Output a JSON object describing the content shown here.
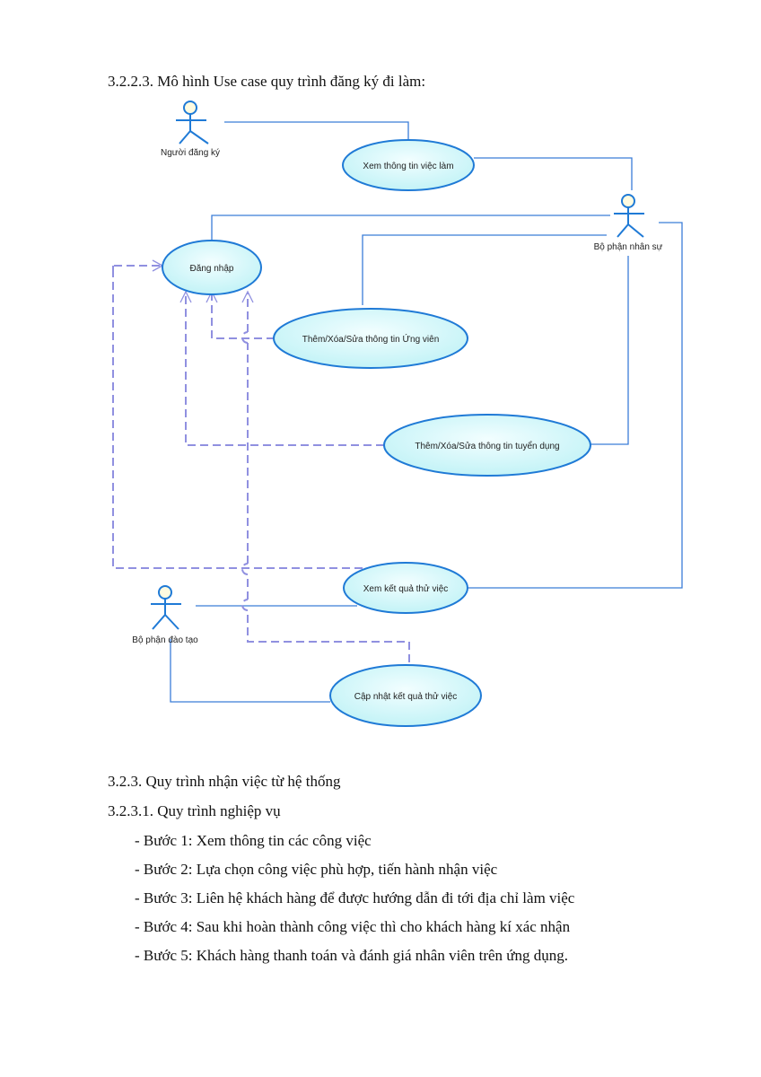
{
  "document": {
    "heading": "3.2.2.3. Mô hình Use case quy trình đăng ký đi làm:",
    "section_title": "3.2.3. Quy trình nhận việc từ hệ thống",
    "subsection_title": "3.2.3.1. Quy trình nghiệp vụ",
    "steps": [
      "- Bước 1: Xem thông tin các công việc",
      "- Bước 2: Lựa chọn công việc phù hợp, tiến hành nhận việc",
      "- Bước 3: Liên hệ khách hàng để được hướng dẫn đi tới địa chỉ làm việc",
      "- Bước 4: Sau khi hoàn thành công việc thì cho khách hàng kí xác nhận",
      "- Bước 5: Khách hàng thanh toán và đánh giá nhân viên trên ứng dụng."
    ]
  },
  "diagram": {
    "actors": {
      "registrant": "Người đăng ký",
      "hr": "Bộ phận nhân sự",
      "training": "Bộ phận đào tạo"
    },
    "use_cases": {
      "view_jobs": "Xem thông tin việc làm",
      "login": "Đăng nhập",
      "manage_candidates": "Thêm/Xóa/Sửa thông tin Ứng viên",
      "manage_recruitment": "Thêm/Xóa/Sửa thông tin tuyển dụng",
      "view_trial": "Xem kết quả thử việc",
      "update_trial": "Cập nhật kết quả thử việc"
    },
    "colors": {
      "use_case_fill": "#d6f8fb",
      "use_case_border": "#1f7ad6",
      "association": "#3b7dd8",
      "dependency": "#9090e0"
    }
  }
}
